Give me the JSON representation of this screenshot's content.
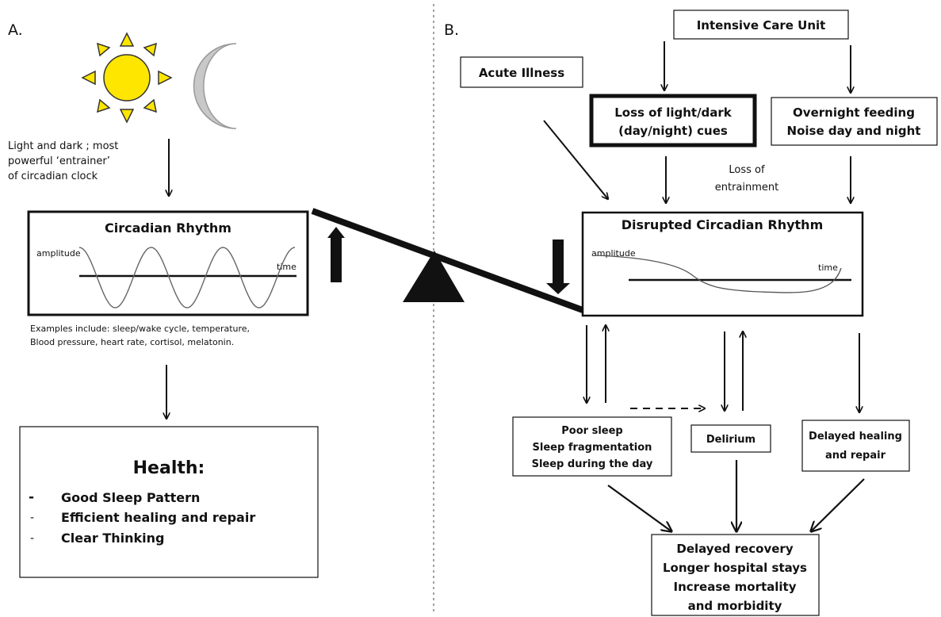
{
  "panel_a": {
    "label": "A.",
    "light_caption": [
      "Light and dark ; most",
      "powerful ‘entrainer’",
      "of circadian clock"
    ],
    "rhythm_box": {
      "title": "Circadian Rhythm",
      "y_label": "amplitude",
      "x_label": "time"
    },
    "examples": [
      "Examples include: sleep/wake cycle,  temperature,",
      "Blood pressure, heart rate, cortisol,  melatonin."
    ],
    "health": {
      "title": "Health:",
      "items": [
        {
          "bullet": "-",
          "text": "Good Sleep Pattern"
        },
        {
          "bullet": "-",
          "text": "Efficient healing and repair"
        },
        {
          "bullet": "-",
          "text": "Clear Thinking"
        }
      ]
    }
  },
  "panel_b": {
    "label": "B.",
    "icu": "Intensive Care Unit",
    "acute_illness": "Acute Illness",
    "loss_cues": [
      "Loss of light/dark",
      "(day/night) cues"
    ],
    "feeding_noise": [
      "Overnight feeding",
      "Noise day and night"
    ],
    "loss_entrainment": [
      "Loss of",
      "entrainment"
    ],
    "disrupted_box": {
      "title": "Disrupted Circadian Rhythm",
      "y_label": "amplitude",
      "x_label": "time"
    },
    "poor_sleep": [
      "Poor sleep",
      "Sleep fragmentation",
      "Sleep during the day"
    ],
    "delirium": "Delirium",
    "delayed_healing": [
      "Delayed healing",
      "and repair"
    ],
    "outcome": [
      "Delayed recovery",
      "Longer hospital stays",
      "Increase mortality",
      "and morbidity"
    ]
  },
  "colors": {
    "sun": "#ffe600",
    "sun_rays": "#ffe600",
    "moon": "#c8c8c8",
    "ink": "#111111"
  },
  "icons": {
    "sun": "sun-icon",
    "moon": "moon-icon"
  }
}
